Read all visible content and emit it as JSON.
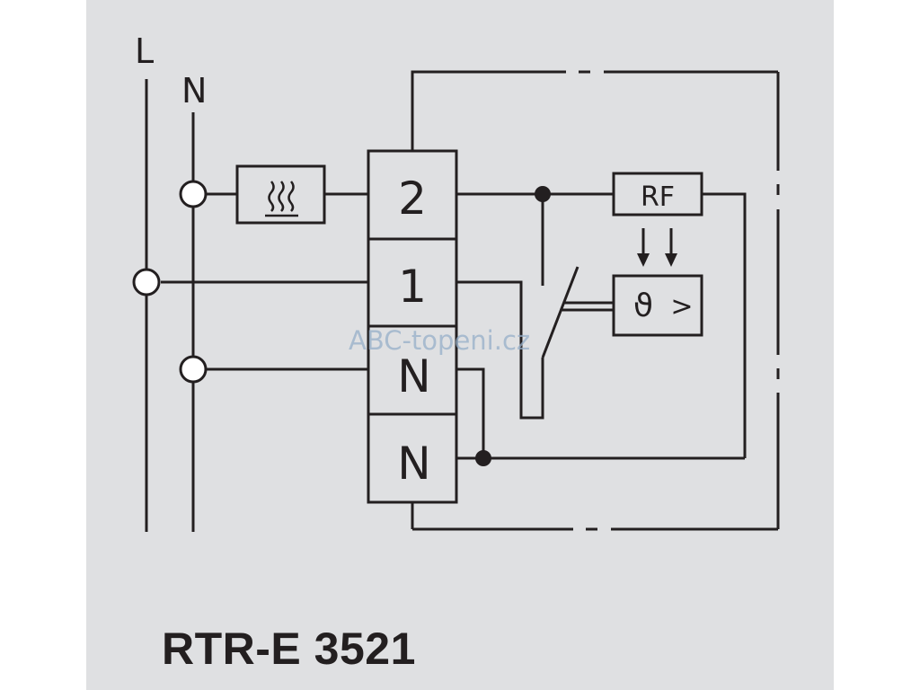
{
  "diagram": {
    "line_label_l": "L",
    "line_label_n": "N",
    "terminals": [
      "2",
      "1",
      "N",
      "N"
    ],
    "rf_label": "RF",
    "sensor_symbol": "ϑ",
    "sensor_compare": ">",
    "heater_icon": "heater-icon",
    "model": "RTR-E 3521",
    "watermark": "ABC-topeni.cz"
  },
  "colors": {
    "background": "#dfe0e2",
    "line": "#231f20",
    "watermark": "#96afc8"
  }
}
